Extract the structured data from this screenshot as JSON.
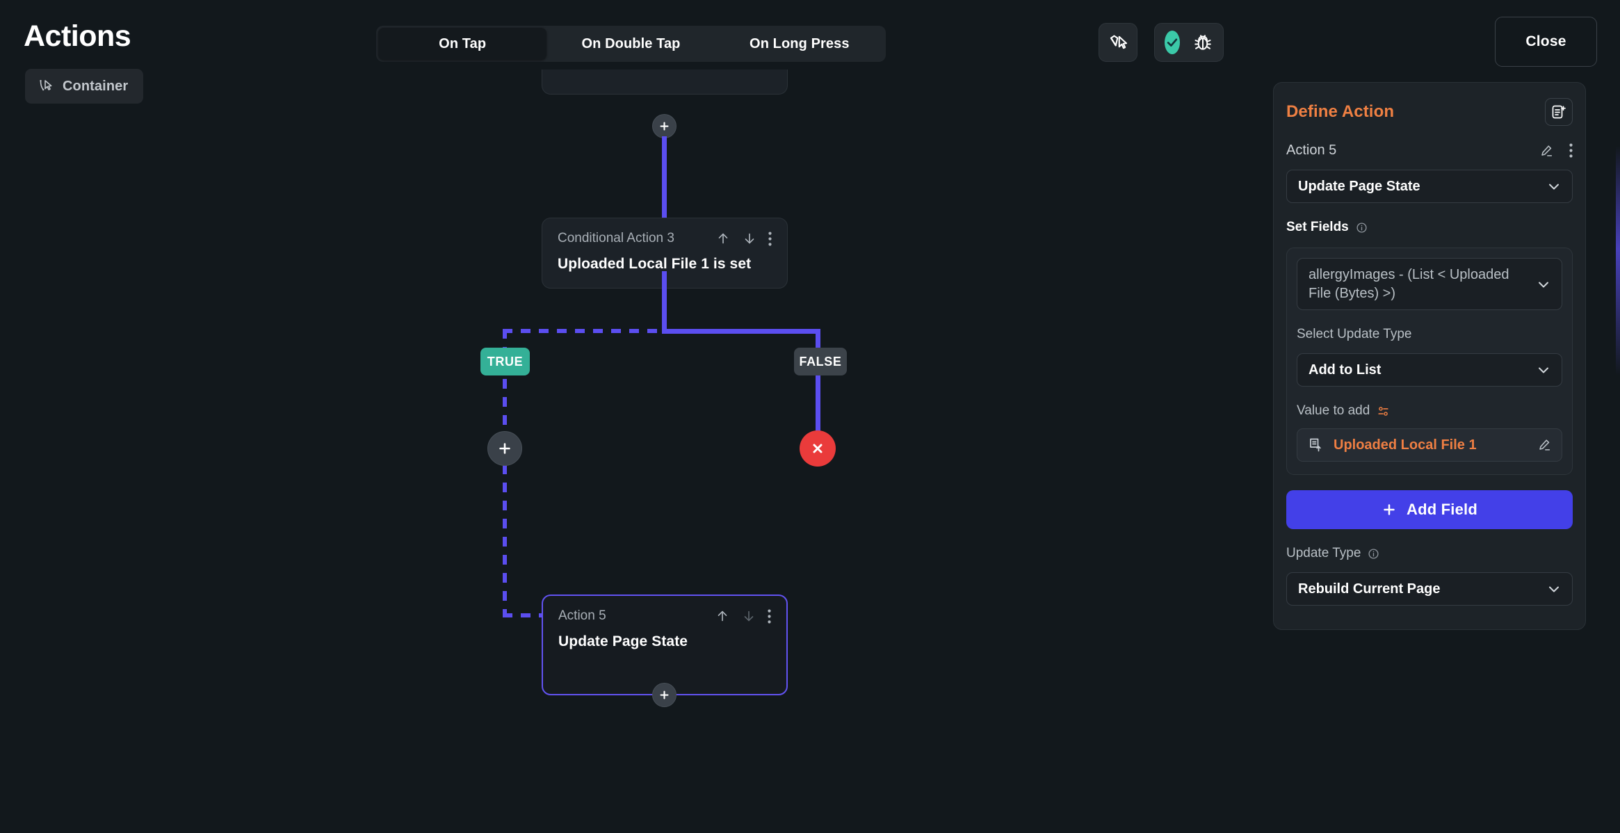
{
  "header": {
    "title": "Actions",
    "container_chip": {
      "label": "Container",
      "icon": "cursor-pointer-icon"
    },
    "close_label": "Close",
    "tabs": [
      {
        "label": "On Tap",
        "active": true
      },
      {
        "label": "On Double Tap",
        "active": false
      },
      {
        "label": "On Long Press",
        "active": false
      }
    ],
    "toolbar_icons": [
      {
        "name": "gem-cursor-icon"
      },
      {
        "name": "check-circle-icon",
        "color": "#3bc9a8"
      },
      {
        "name": "bug-icon"
      }
    ]
  },
  "canvas": {
    "nodes": [
      {
        "id": "conditional-3",
        "sub": "Conditional Action 3",
        "title": "Uploaded Local File 1 is set",
        "selected": false
      },
      {
        "id": "action-5",
        "sub": "Action 5",
        "title": "Update Page State",
        "selected": true
      }
    ],
    "branches": [
      {
        "label": "TRUE",
        "color": "#34b097"
      },
      {
        "label": "FALSE",
        "color": "#3c434a"
      }
    ],
    "edge_color": "#5b4ef0",
    "stop_icon": "close-x-icon",
    "add_icon": "plus-icon"
  },
  "panel": {
    "title": "Define Action",
    "add_doc_icon": "add-document-icon",
    "action_name": "Action 5",
    "action_type": "Update Page State",
    "set_fields_label": "Set Fields",
    "field_select_value": "allergyImages - (List < Uploaded File (Bytes) >)",
    "update_type_label": "Select Update Type",
    "update_type_value": "Add to List",
    "value_to_add_label": "Value to add",
    "value_to_add": "Uploaded Local File 1",
    "add_field_label": "Add Field",
    "bottom_update_type_label": "Update Type",
    "bottom_update_type_value": "Rebuild Current Page",
    "accent_color": "#ef8043",
    "button_color": "#4340e8"
  }
}
